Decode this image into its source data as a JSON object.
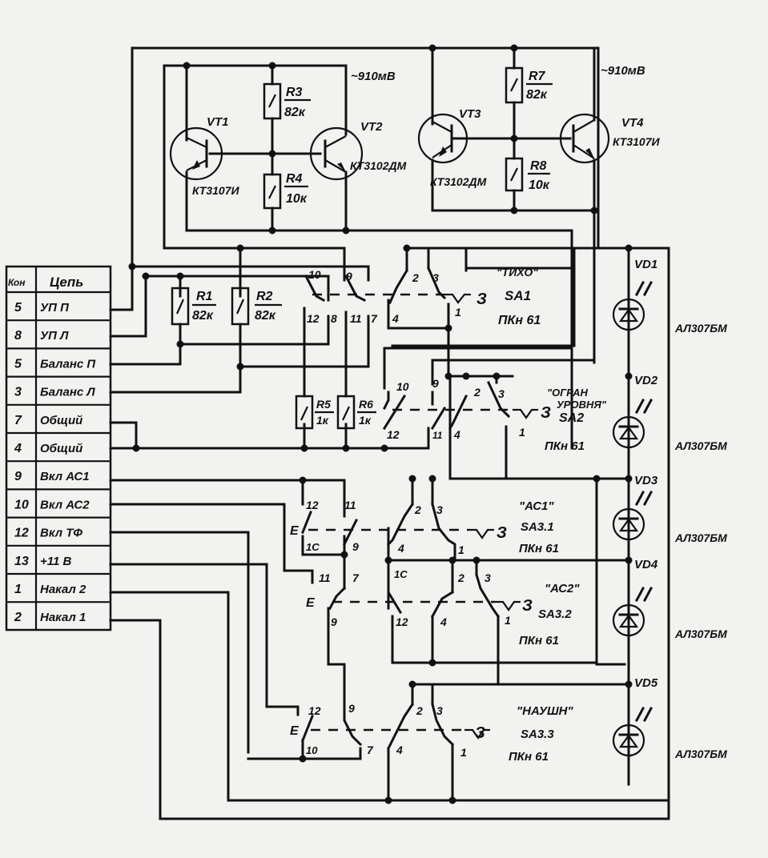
{
  "connector_table": {
    "header": {
      "contact": "Кон",
      "circuit": "Цепь"
    },
    "rows": [
      {
        "pin": "5",
        "circuit": "УП П"
      },
      {
        "pin": "8",
        "circuit": "УП Л"
      },
      {
        "pin": "5",
        "circuit": "Баланс П"
      },
      {
        "pin": "3",
        "circuit": "Баланс Л"
      },
      {
        "pin": "7",
        "circuit": "Общий"
      },
      {
        "pin": "4",
        "circuit": "Общий"
      },
      {
        "pin": "9",
        "circuit": "Вкл АС1"
      },
      {
        "pin": "10",
        "circuit": "Вкл АС2"
      },
      {
        "pin": "12",
        "circuit": "Вкл ТФ"
      },
      {
        "pin": "13",
        "circuit": "+11 В"
      },
      {
        "pin": "1",
        "circuit": "Накал 2"
      },
      {
        "pin": "2",
        "circuit": "Накал 1"
      }
    ]
  },
  "transistors": {
    "vt1": {
      "ref": "VT1",
      "type": "КТ3107И"
    },
    "vt2": {
      "ref": "VT2",
      "type": "КТ3102ДМ"
    },
    "vt3": {
      "ref": "VT3",
      "type": "КТ3102ДМ"
    },
    "vt4": {
      "ref": "VT4",
      "type": "КТ3107И"
    }
  },
  "resistors": {
    "r1": {
      "ref": "R1",
      "value": "82к"
    },
    "r2": {
      "ref": "R2",
      "value": "82к"
    },
    "r3": {
      "ref": "R3",
      "value": "82к"
    },
    "r4": {
      "ref": "R4",
      "value": "10к"
    },
    "r5": {
      "ref": "R5",
      "value": "1к"
    },
    "r6": {
      "ref": "R6",
      "value": "1к"
    },
    "r7": {
      "ref": "R7",
      "value": "82к"
    },
    "r8": {
      "ref": "R8",
      "value": "10к"
    }
  },
  "voltage_labels": {
    "left": "~910мВ",
    "right": "~910мВ"
  },
  "switches": {
    "sa1": {
      "name": "\"ТИХО\"",
      "ref": "SA1",
      "type": "ПКн 61"
    },
    "sa2": {
      "name": "\"ОГРАН УРОВНЯ\"",
      "name_line1": "\"ОГРАН",
      "name_line2": "УРОВНЯ\"",
      "ref": "SA2",
      "type": "ПКн 61"
    },
    "sa31": {
      "name": "\"АС1\"",
      "ref": "SA3.1",
      "type": "ПКн 61"
    },
    "sa32": {
      "name": "\"АС2\"",
      "ref": "SA3.2",
      "type": "ПКн 61"
    },
    "sa33": {
      "name": "\"НАУШН\"",
      "ref": "SA3.3",
      "type": "ПКн 61"
    }
  },
  "pin_labels": {
    "sa1": [
      "10",
      "9",
      "2",
      "3",
      "12",
      "8",
      "11",
      "7",
      "4",
      "1"
    ],
    "sa2": [
      "10",
      "9",
      "2",
      "3",
      "12",
      "11",
      "4",
      "1"
    ],
    "sa31": [
      "12",
      "11",
      "2",
      "3",
      "1C",
      "9",
      "4",
      "1"
    ],
    "sa32": [
      "11",
      "7",
      "1C",
      "2",
      "3",
      "9",
      "12",
      "4",
      "1"
    ],
    "sa33": [
      "12",
      "9",
      "2",
      "3",
      "10",
      "7",
      "4",
      "1"
    ],
    "lock_mark": "Е",
    "latch_mark": "З"
  },
  "leds": [
    {
      "ref": "VD1",
      "type": "АЛ307БМ"
    },
    {
      "ref": "VD2",
      "type": "АЛ307БМ"
    },
    {
      "ref": "VD3",
      "type": "АЛ307БМ"
    },
    {
      "ref": "VD4",
      "type": "АЛ307БМ"
    },
    {
      "ref": "VD5",
      "type": "АЛ307БМ"
    }
  ]
}
